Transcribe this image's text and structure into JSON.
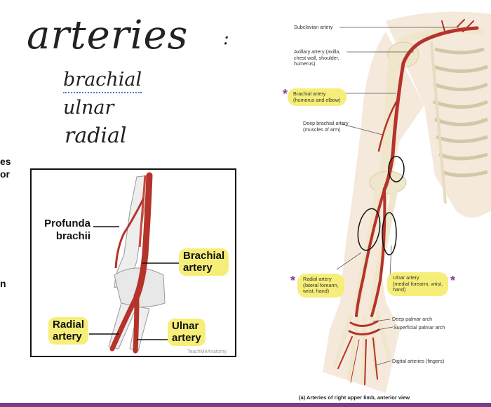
{
  "notes": {
    "title": "arteries",
    "colon": ":",
    "items": [
      "brachial",
      "ulnar",
      "radial"
    ]
  },
  "cut_text": [
    "es",
    "or",
    "n"
  ],
  "inset": {
    "labels": {
      "profunda": "Profunda\nbrachii",
      "brachial": "Brachial\nartery",
      "radial": "Radial\nartery",
      "ulnar": "Ulnar\nartery"
    },
    "watermark": "TeachMeAnatomy"
  },
  "figure": {
    "labels": {
      "subclavian": "Subclavian artery",
      "axillary": "Axillary artery (axilla,\nchest wall, shoulder,\nhumerus)",
      "brachial": "Brachial artery\n(humerus and elbow)",
      "deep_brachial": "Deep brachial artery\n(muscles of arm)",
      "radial": "Radial artery\n(lateral forearm,\nwrist, hand)",
      "ulnar": "Ulnar artery\n(medial forearm, wrist,\nhand)",
      "deep_palmar": "Deep palmar arch",
      "superficial_palmar": "Superficial palmar arch",
      "digital": "Digital arteries (fingers)"
    },
    "caption": "(a) Arteries of right upper limb, anterior view",
    "star": "*"
  },
  "colors": {
    "highlight": "#f6ee78",
    "artery": "#b5332a",
    "bone": "#efe6cc",
    "skin": "#f5e9db",
    "star": "#8e3aa0",
    "bar": "#7b3d8b"
  }
}
